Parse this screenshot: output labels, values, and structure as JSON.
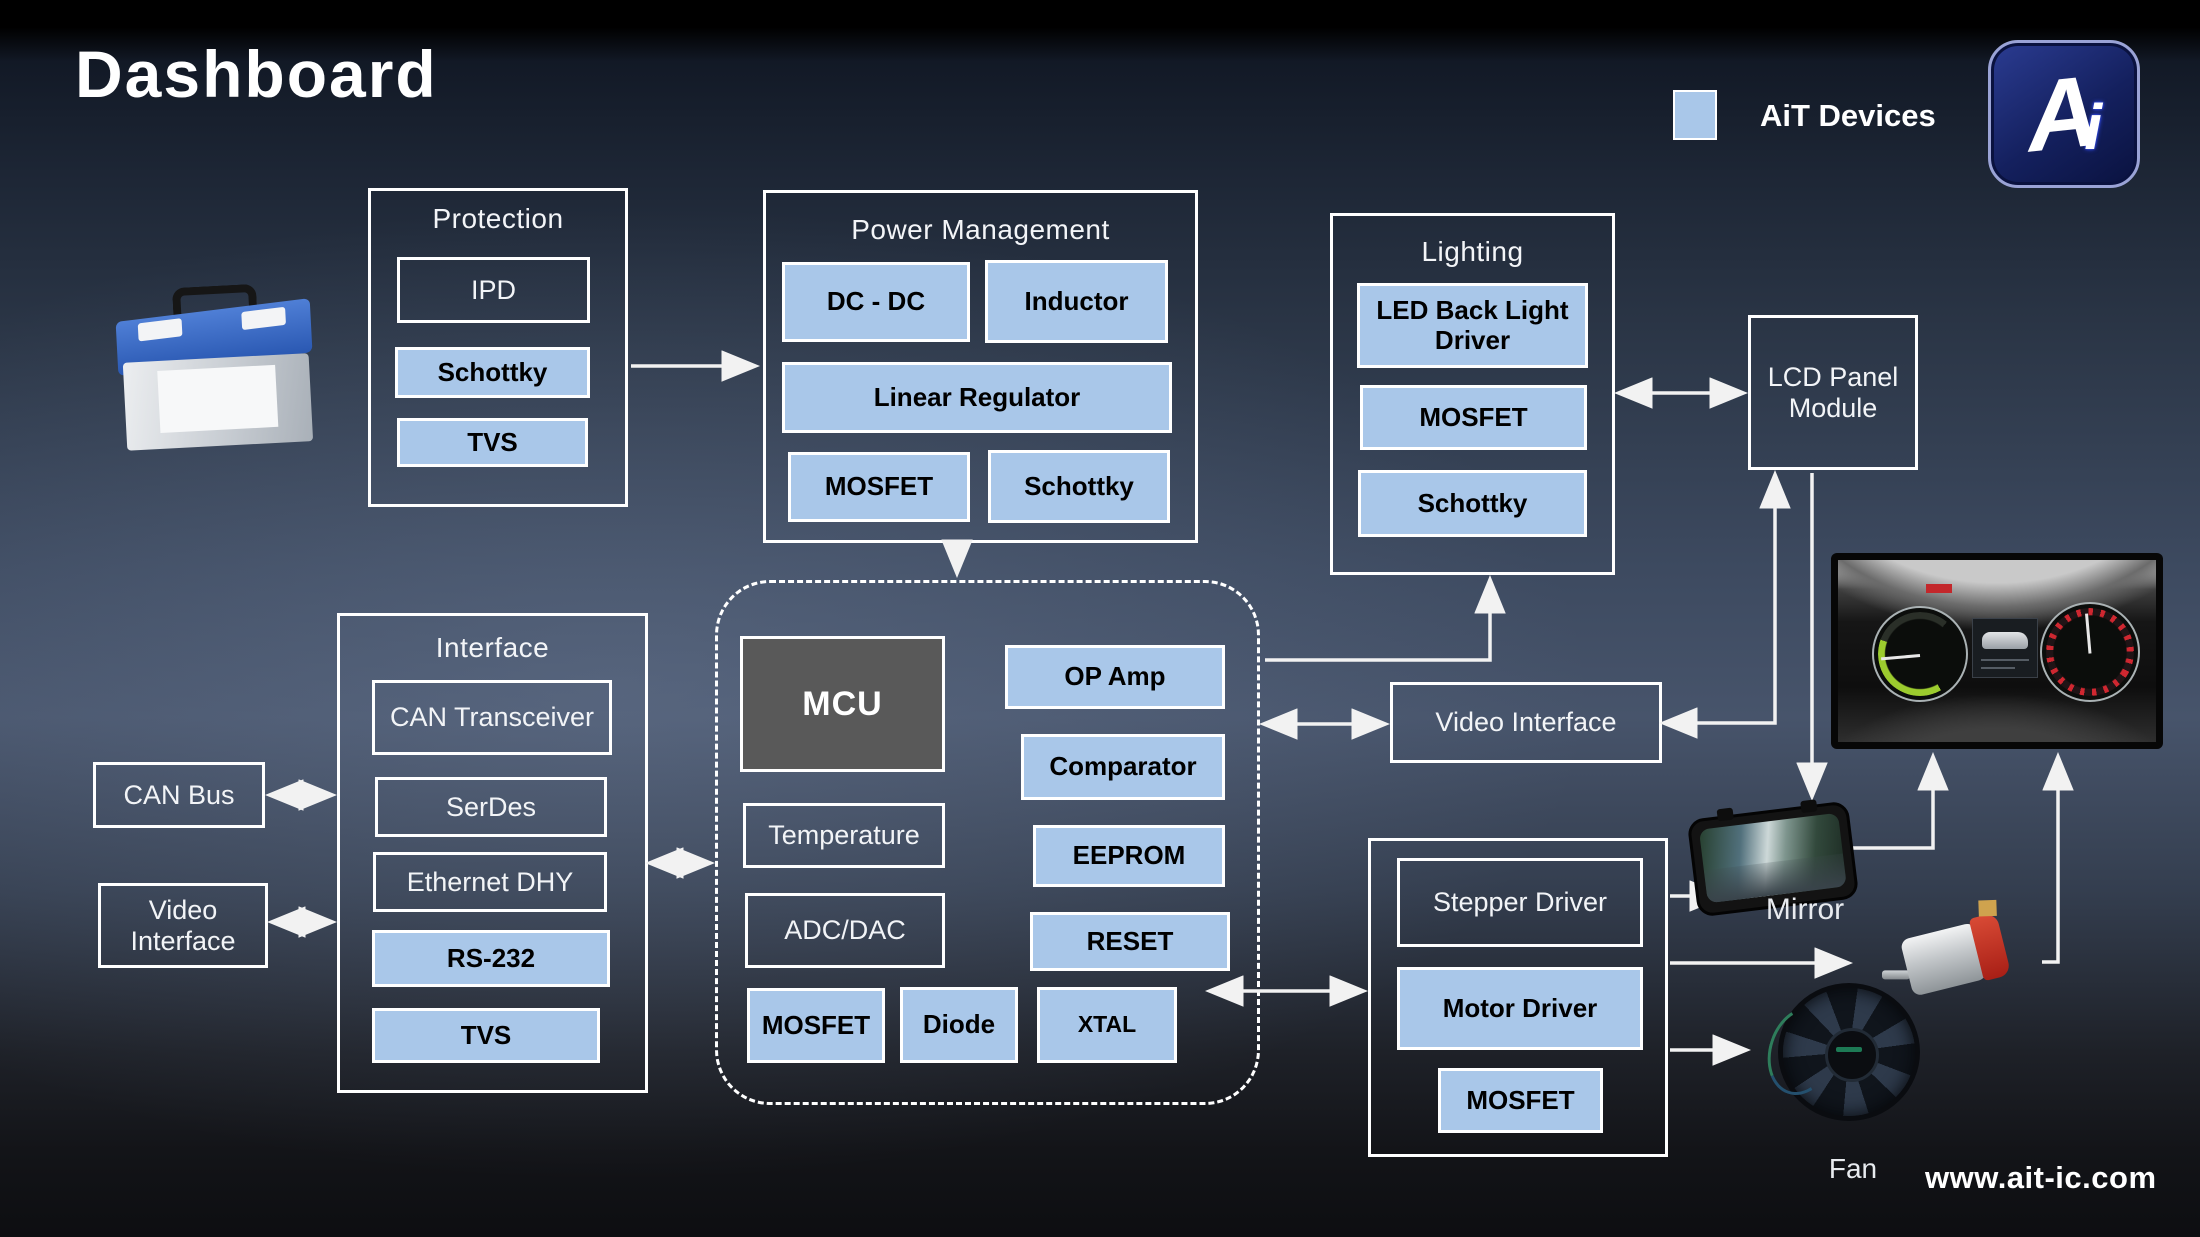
{
  "title": "Dashboard",
  "legend": {
    "label": "AiT Devices"
  },
  "logo": {
    "text_a": "A",
    "text_i": "i"
  },
  "website": "www.ait-ic.com",
  "colors": {
    "ait_device_fill": "#a9c7e9",
    "mcu_fill": "#595959",
    "box_border": "#ffffff",
    "connector": "#f2f2f2",
    "logo_navy": "#14205e",
    "background_mid": "#47546b"
  },
  "groups": {
    "protection": {
      "title": "Protection",
      "items": [
        "IPD",
        "Schottky",
        "TVS"
      ]
    },
    "power": {
      "title": "Power Management",
      "items": [
        "DC - DC",
        "Inductor",
        "Linear Regulator",
        "MOSFET",
        "Schottky"
      ]
    },
    "lighting": {
      "title": "Lighting",
      "items": [
        "LED Back Light Driver",
        "MOSFET",
        "Schottky"
      ]
    },
    "interface": {
      "title": "Interface",
      "items": [
        "CAN Transceiver",
        "SerDes",
        "Ethernet DHY",
        "RS-232",
        "TVS"
      ]
    }
  },
  "mcu_region": {
    "mcu": "MCU",
    "temperature": "Temperature",
    "adc_dac": "ADC/DAC",
    "mosfet": "MOSFET",
    "diode": "Diode",
    "xtal": "XTAL",
    "op_amp": "OP Amp",
    "comparator": "Comparator",
    "eeprom": "EEPROM",
    "reset": "RESET"
  },
  "motor_group": {
    "stepper_driver": "Stepper Driver",
    "motor_driver": "Motor Driver",
    "mosfet": "MOSFET"
  },
  "standalone": {
    "can_bus": "CAN Bus",
    "video_interface_left": "Video Interface",
    "video_interface_right": "Video Interface",
    "lcd_panel_module": "LCD Panel Module"
  },
  "captions": {
    "mirror": "Mirror",
    "fan": "Fan"
  }
}
